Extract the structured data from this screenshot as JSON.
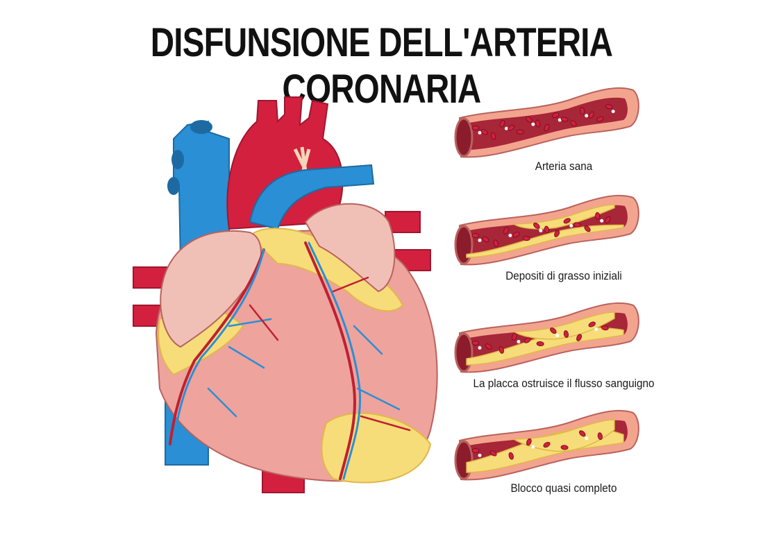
{
  "title": "DISFUNSIONE DELL'ARTERIA CORONARIA",
  "colors": {
    "vein": "#2a8fd4",
    "artery": "#d3203f",
    "heart": "#eea39d",
    "fat": "#f7dc7a",
    "vessel_wall": "#f3a48e",
    "lumen": "#a72638"
  },
  "stages": [
    {
      "label": "Arteria sana",
      "blockage": 0
    },
    {
      "label": "Depositi di grasso iniziali",
      "blockage": 0.25
    },
    {
      "label": "La placca ostruisce il flusso sanguigno",
      "blockage": 0.5
    },
    {
      "label": "Blocco quasi completo",
      "blockage": 0.8
    }
  ]
}
